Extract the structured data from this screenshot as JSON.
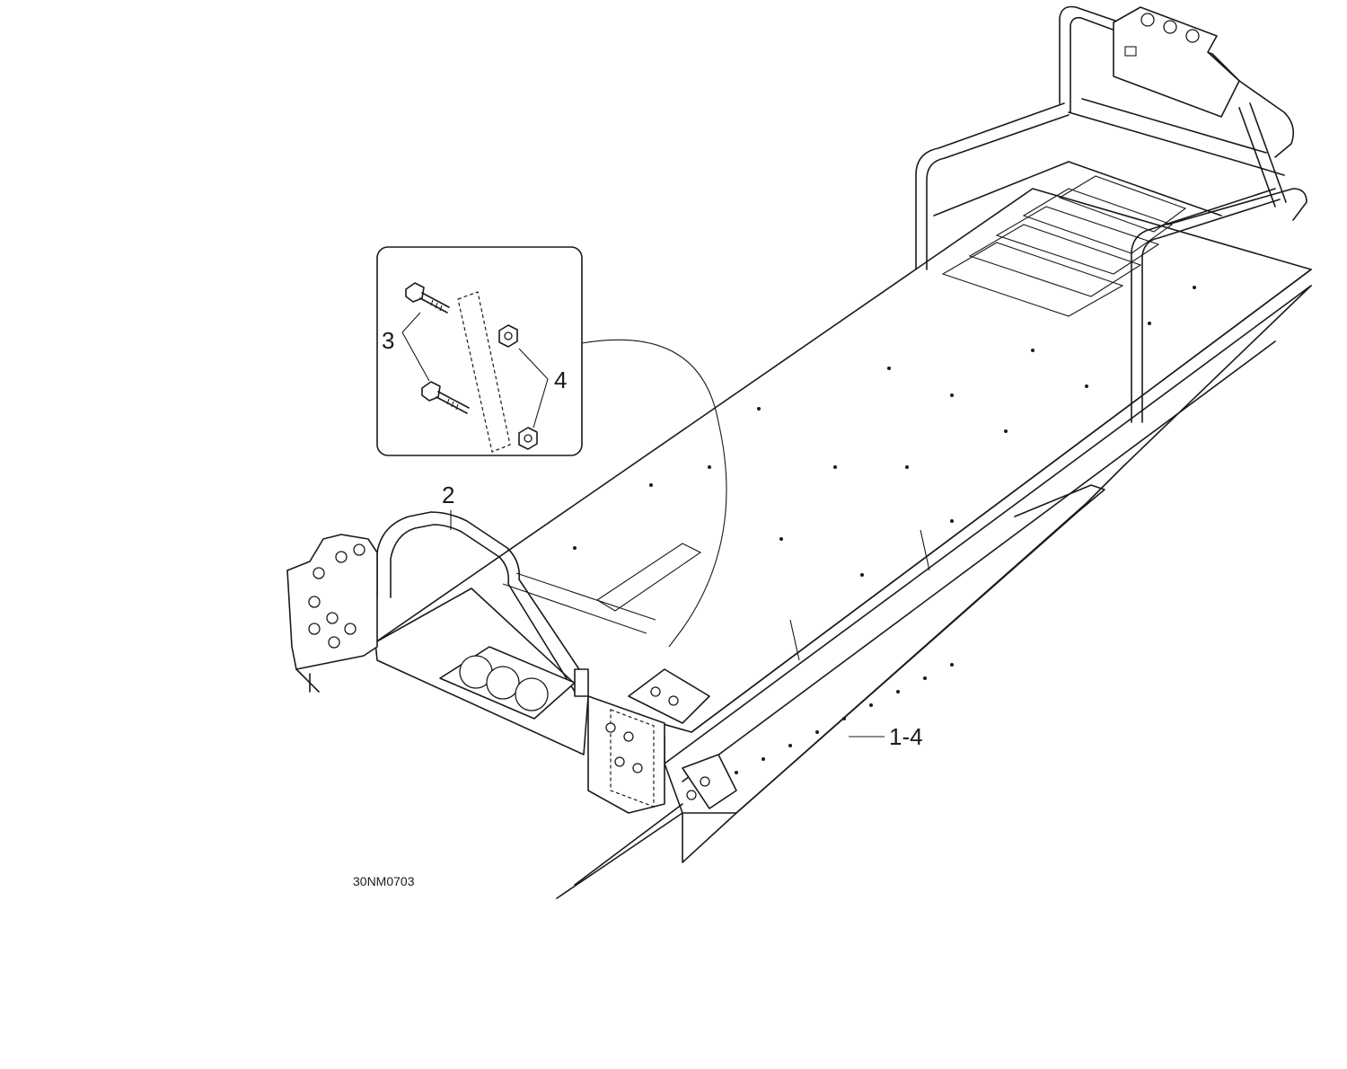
{
  "callouts": {
    "part_3": "3",
    "part_4": "4",
    "part_2": "2",
    "part_1_4": "1-4"
  },
  "reference_code": "30NM0703"
}
